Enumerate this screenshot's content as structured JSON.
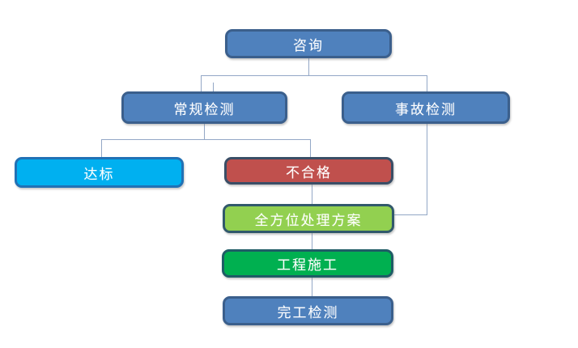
{
  "diagram": {
    "background": "#FFFFFF",
    "connector_color": "#93A7C6",
    "nodes": [
      {
        "label": "咨询",
        "fill": "#4F81BD",
        "border": "#3B5F8C",
        "text_color": "#FFFFFF"
      },
      {
        "label": "常规检测",
        "fill": "#4F81BD",
        "border": "#3B5F8C",
        "text_color": "#FFFFFF"
      },
      {
        "label": "事故检测",
        "fill": "#4F81BD",
        "border": "#3B5F8C",
        "text_color": "#FFFFFF"
      },
      {
        "label": "达标",
        "fill": "#00B0F0",
        "border": "#2171B5",
        "text_color": "#FFFFFF"
      },
      {
        "label": "不合格",
        "fill": "#C0504D",
        "border": "#3A4E66",
        "text_color": "#FFFFFF"
      },
      {
        "label": "全方位处理方案",
        "fill": "#92D050",
        "border": "#31596B",
        "text_color": "#FFFFFF"
      },
      {
        "label": "工程施工",
        "fill": "#00B050",
        "border": "#1F5C66",
        "text_color": "#FFFFFF"
      },
      {
        "label": "完工检测",
        "fill": "#4F81BD",
        "border": "#3B5F8C",
        "text_color": "#FFFFFF"
      }
    ]
  }
}
